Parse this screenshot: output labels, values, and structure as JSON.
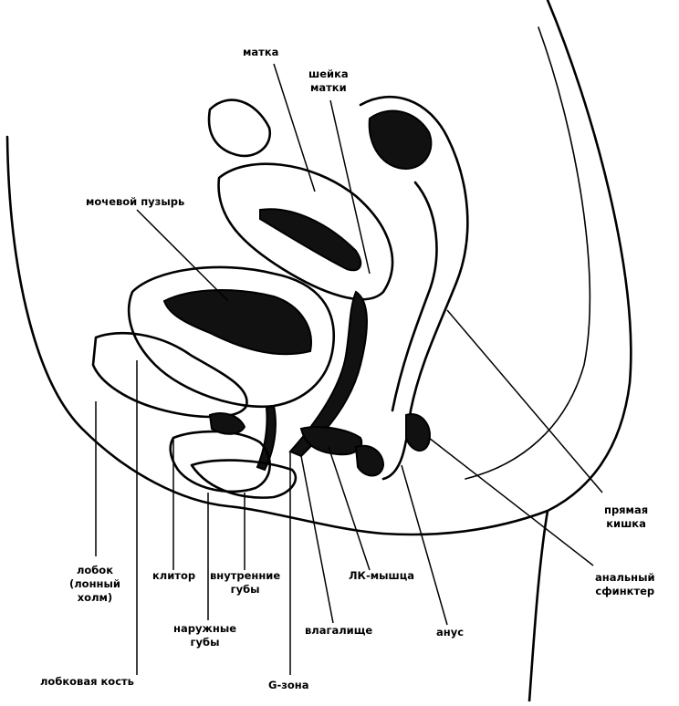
{
  "labels": {
    "uterus": "матка",
    "cervix_line1": "шейка",
    "cervix_line2": "матки",
    "bladder": "мочевой пузырь",
    "rectum_line1": "прямая",
    "rectum_line2": "кишка",
    "anal_sphincter_line1": "анальный",
    "anal_sphincter_line2": "сфинктер",
    "mons_line1": "лобок",
    "mons_line2": "(лонный",
    "mons_line3": "холм)",
    "clitoris": "клитор",
    "inner_labia_line1": "внутренние",
    "inner_labia_line2": "губы",
    "pc_muscle": "ЛК-мышца",
    "outer_labia_line1": "наружные",
    "outer_labia_line2": "губы",
    "vagina": "влагалище",
    "anus": "анус",
    "pubic_bone": "лобковая кость",
    "g_spot": "G-зона"
  }
}
